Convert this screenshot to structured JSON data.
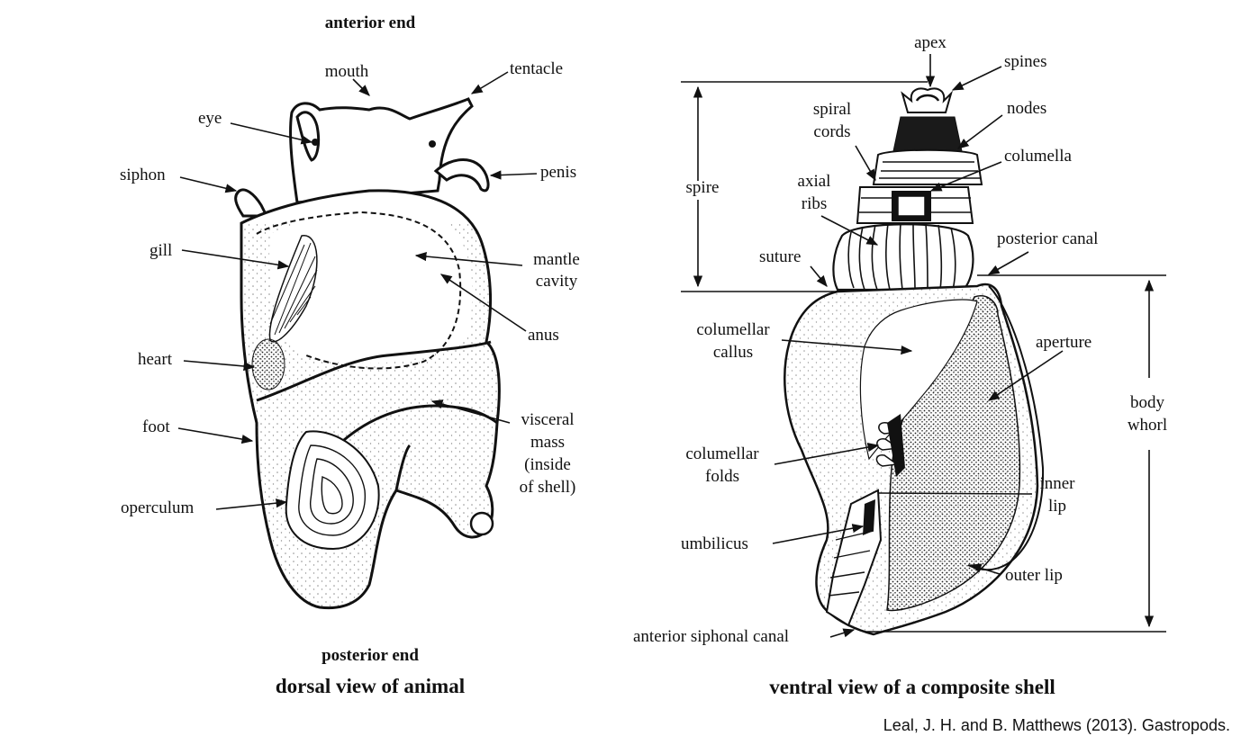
{
  "animal": {
    "top_label": "anterior end",
    "bottom_label": "posterior end",
    "caption": "dorsal view of animal",
    "labels": {
      "mouth": "mouth",
      "tentacle": "tentacle",
      "eye": "eye",
      "siphon": "siphon",
      "penis": "penis",
      "gill": "gill",
      "mantle_1": "mantle",
      "mantle_2": "cavity",
      "anus": "anus",
      "heart": "heart",
      "foot": "foot",
      "visceral_1": "visceral",
      "visceral_2": "mass",
      "visceral_3": "(inside",
      "visceral_4": "of shell)",
      "operculum": "operculum"
    }
  },
  "shell": {
    "caption": "ventral view of a composite shell",
    "labels": {
      "apex": "apex",
      "spines": "spines",
      "spiral_1": "spiral",
      "spiral_2": "cords",
      "nodes": "nodes",
      "columella": "columella",
      "spire": "spire",
      "axial_1": "axial",
      "axial_2": "ribs",
      "suture": "suture",
      "posterior_canal": "posterior canal",
      "col_callus_1": "columellar",
      "col_callus_2": "callus",
      "aperture": "aperture",
      "body_1": "body",
      "body_2": "whorl",
      "col_folds_1": "columellar",
      "col_folds_2": "folds",
      "inner_1": "inner",
      "inner_2": "lip",
      "umbilicus": "umbilicus",
      "outer_lip": "outer lip",
      "anterior_canal": "anterior siphonal canal"
    }
  },
  "credit": "Leal, J. H. and B. Matthews (2013). Gastropods."
}
